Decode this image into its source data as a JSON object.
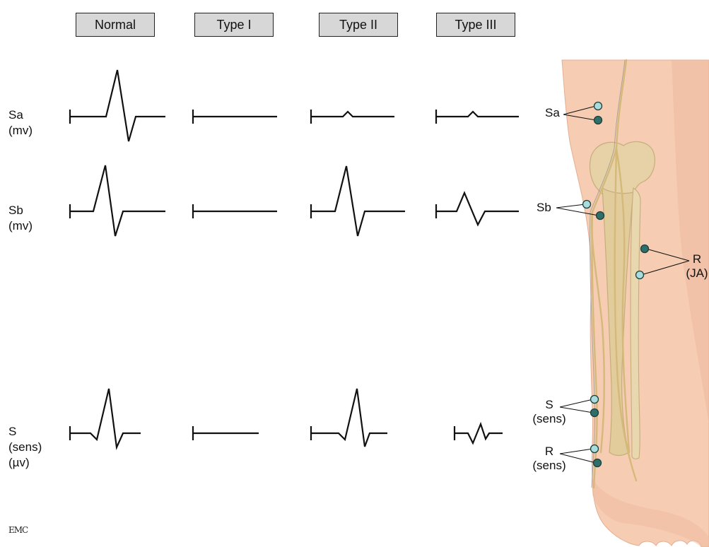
{
  "columns": [
    "Normal",
    "Type I",
    "Type II",
    "Type III"
  ],
  "rows": [
    {
      "lines": [
        "Sa",
        "(mv)"
      ]
    },
    {
      "lines": [
        "Sb",
        "(mv)"
      ]
    },
    {
      "lines": [
        "S",
        "(sens)",
        "(µv)"
      ]
    }
  ],
  "leg_labels": {
    "sa": "Sa",
    "sb": "Sb",
    "r_ja_1": "R",
    "r_ja_2": "(JA)",
    "s_sens_1": "S",
    "s_sens_2": "(sens)",
    "r_sens_1": "R",
    "r_sens_2": "(sens)"
  },
  "logo": "EMC",
  "colors": {
    "header_fill": "#d7d7d7",
    "skin": "#f6cdb2",
    "bone": "#e6d2a6",
    "nerve": "#d4b97a",
    "electrode_light": "#a9dcdc",
    "electrode_dark": "#2f6f6a"
  }
}
